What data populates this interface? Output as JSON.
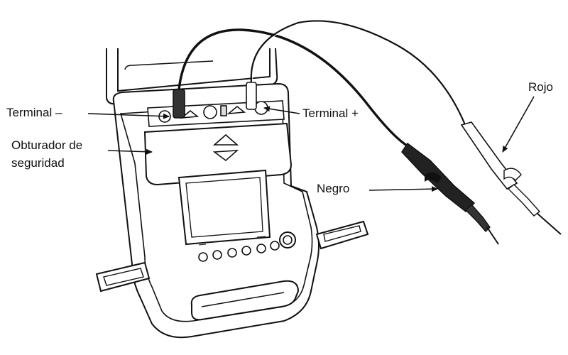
{
  "labels": {
    "terminal_negative": "Terminal –",
    "terminal_positive": "Terminal +",
    "shutter_line1": "Obturador de",
    "shutter_line2": "seguridad",
    "black_lead": "Negro",
    "red_lead": "Rojo"
  },
  "colors": {
    "ink": "#111111",
    "paper": "#ffffff",
    "shade": "#dcdcdc"
  },
  "icons": {
    "up_arrow": "up-triangle-icon",
    "down_arrow": "down-triangle-icon"
  }
}
